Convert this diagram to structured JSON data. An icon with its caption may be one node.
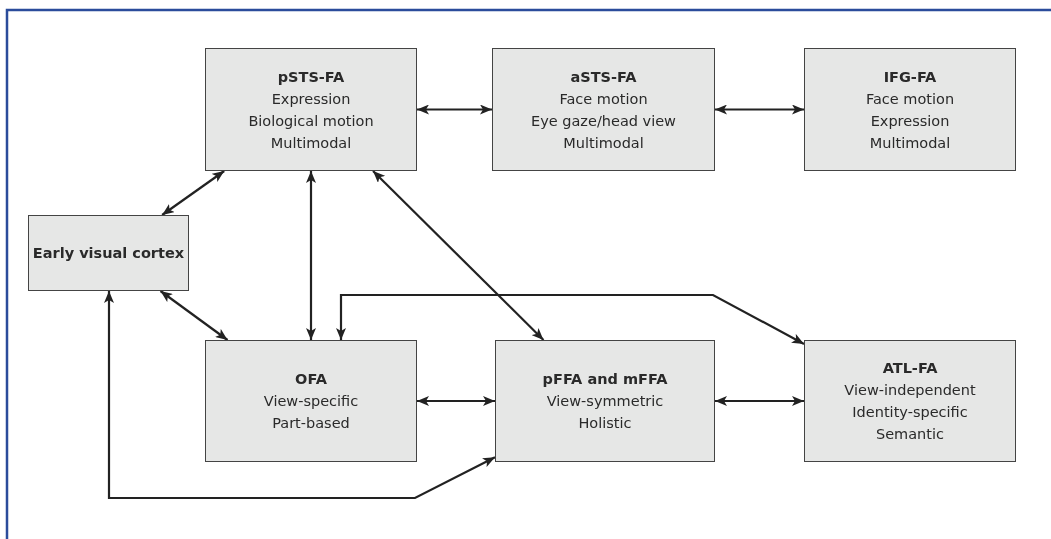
{
  "diagram": {
    "nodes": [
      {
        "text": [
          "Early visual cortex"
        ]
      },
      {
        "text": [
          "pSTS-FA",
          "Expression",
          "Biological motion",
          "Multimodal"
        ]
      },
      {
        "text": [
          "aSTS-FA",
          "Face motion",
          "Eye gaze/head view",
          "Multimodal"
        ]
      },
      {
        "text": [
          "IFG-FA",
          "Face motion",
          "Expression",
          "Multimodal"
        ]
      },
      {
        "text": [
          "OFA",
          "View-specific",
          "Part-based"
        ]
      },
      {
        "text": [
          "pFFA and mFFA",
          "View-symmetric",
          "Holistic"
        ]
      },
      {
        "text": [
          "ATL-FA",
          "View-independent",
          "Identity-specific",
          "Semantic"
        ]
      }
    ],
    "edges": [
      {
        "from": 0,
        "to": 1,
        "arrow": "both"
      },
      {
        "from": 1,
        "to": 2,
        "arrow": "both"
      },
      {
        "from": 2,
        "to": 3,
        "arrow": "both"
      },
      {
        "from": 0,
        "to": 4,
        "arrow": "both"
      },
      {
        "from": 4,
        "to": 5,
        "arrow": "both"
      },
      {
        "from": 5,
        "to": 6,
        "arrow": "both"
      },
      {
        "from": 1,
        "to": 4,
        "arrow": "both"
      },
      {
        "from": 1,
        "to": 5,
        "arrow": "both"
      },
      {
        "from": 4,
        "to": 6,
        "arrow": "both"
      },
      {
        "from": 0,
        "to": 5,
        "arrow": "both"
      }
    ]
  }
}
